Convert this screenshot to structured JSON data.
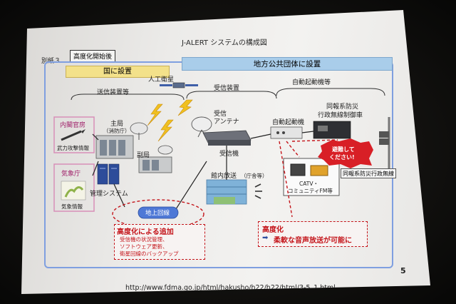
{
  "slide": {
    "title": "J-ALERT システムの構成図",
    "attachment": "別紙３",
    "tag": "高度化開始後",
    "page_number": "5",
    "url": "http://www.fdma.go.jp/html/hakusho/h22/h22/html/3-5_1.html"
  },
  "headers": {
    "national": "国に設置",
    "local": "地方公共団体に設置"
  },
  "groups": {
    "transmitter": "送信装置等",
    "receiver": "受信装置",
    "auto_start": "自動起動機等"
  },
  "nodes": {
    "cabinet_secretariat": "内閣官房",
    "armed_attack_info": "武力攻撃情報",
    "jma": "気象庁",
    "weather_info": "気象情報",
    "main_station_line1": "主局",
    "main_station_line2": "（消防庁）",
    "sub_station": "副局",
    "satellite": "人工衛星",
    "receiving_antenna_line1": "受信",
    "receiving_antenna_line2": "アンテナ",
    "receiver": "受信機",
    "auto_starter": "自動起動機",
    "broadcast_control_line1": "同報系防災",
    "broadcast_control_line2": "行政無線制御車",
    "management_system": "管理システム",
    "ground_line": "地上回線",
    "in_building_broadcast": "館内放送",
    "government_office": "（庁舎等）",
    "catv_line1": "CATV・",
    "catv_line2": "コミュニティFM等",
    "evac_line1": "避難して",
    "evac_line2": "ください!",
    "broadcast_radio": "同報系防災行政無線"
  },
  "notes": {
    "upgrade_addition": {
      "title": "高度化による追加",
      "items": [
        "受信機の状況管理、",
        "ソフトウェア更新、",
        "衛星回線のバックアップ"
      ]
    },
    "upgrade": {
      "title": "高度化",
      "arrow": "➡",
      "text": "柔軟な音声放送が可能に"
    }
  },
  "colors": {
    "header_national": "#f3e18a",
    "header_local": "#a9cdea",
    "frame_blue": "#7f9fe0",
    "note_red": "#c4141a",
    "pink_frame": "#d88fb8",
    "pill_blue": "#4e78d6"
  }
}
